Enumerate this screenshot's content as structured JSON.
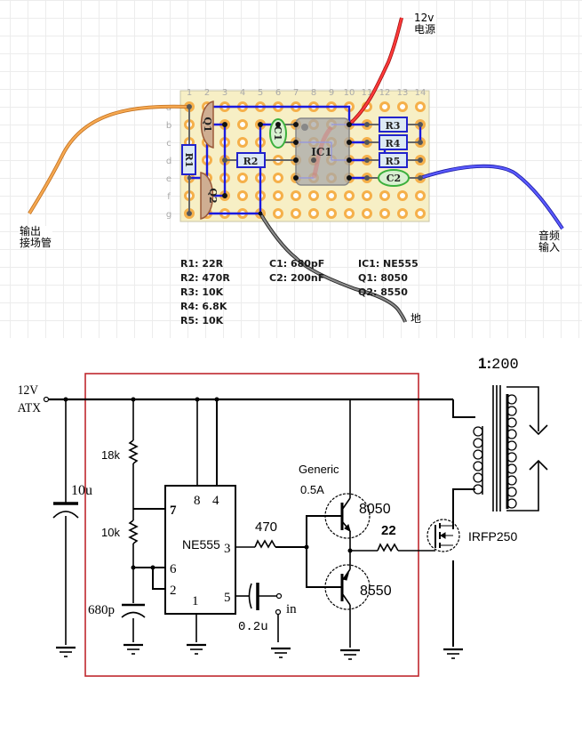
{
  "stripboard": {
    "column_numbers": [
      "1",
      "2",
      "3",
      "4",
      "5",
      "6",
      "7",
      "8",
      "9",
      "10",
      "11",
      "12",
      "13",
      "14"
    ],
    "row_letters": [
      "a",
      "b",
      "c",
      "d",
      "e",
      "f",
      "g"
    ],
    "components": {
      "R1": "R1",
      "R2": "R2",
      "R3": "R3",
      "R4": "R4",
      "R5": "R5",
      "C1": "C1",
      "C2": "C2",
      "IC1": "IC1",
      "Q1": "Q1",
      "Q2": "Q2"
    },
    "wire_labels": {
      "power": {
        "line1": "12v",
        "line2": "电源"
      },
      "output": {
        "line1": "输出",
        "line2": "接场管"
      },
      "audio_in": {
        "line1": "音频",
        "line2": "输入"
      },
      "ground": "地"
    },
    "wire_colors": {
      "power": "#ee2222",
      "output": "#f5a040",
      "audio_in": "#3a3aee",
      "ground": "#666666",
      "tracks": "#1a1ae0"
    }
  },
  "bom": {
    "resistors": [
      "R1: 22R",
      "R2: 470R",
      "R3: 10K",
      "R4: 6.8K",
      "R5: 10K"
    ],
    "capacitors": [
      "C1: 680pF",
      "C2: 200nF"
    ],
    "semis": [
      "IC1: NE555",
      "Q1: 8050",
      "Q2: 8550"
    ]
  },
  "schematic": {
    "supply_label": {
      "line1": "12V",
      "line2": "ATX"
    },
    "c_bulk": "10u",
    "r_top": "18k",
    "r_bottom": "10k",
    "c_timing": "680p",
    "ic_name": "NE555",
    "ic_pins": {
      "p8": "8",
      "p4": "4",
      "p7": "7",
      "p6": "6",
      "p2": "2",
      "p3": "3",
      "p5": "5",
      "p1": "1"
    },
    "r_base": "470",
    "c_input": "0.2u",
    "input_label": "in",
    "driver_note": {
      "line1": "Generic",
      "line2": "0.5A"
    },
    "q_npn": "8050",
    "q_pnp": "8550",
    "r_gate": "22",
    "mosfet": "IRFP250",
    "transformer_ratio": {
      "bold": "1:",
      "rest": "200"
    },
    "box_color": "#c0282e"
  }
}
